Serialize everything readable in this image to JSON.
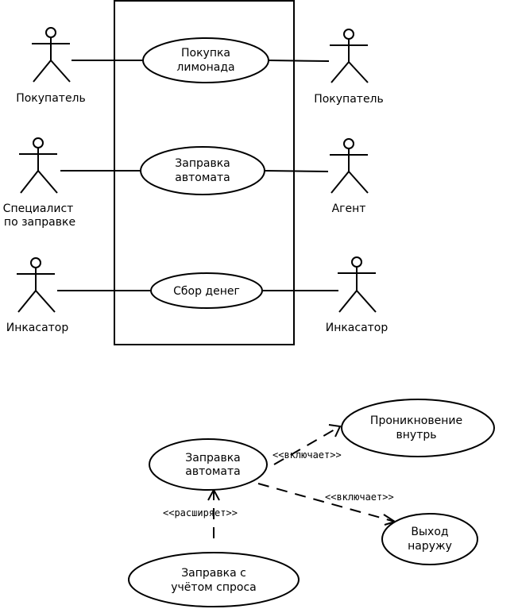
{
  "actors": {
    "buyer_left": "Покупатель",
    "refiller": [
      "Специалист",
      "по заправке"
    ],
    "collector_left": "Инкасатор",
    "buyer_right": "Покупатель",
    "agent": "Агент",
    "collector_right": "Инкасатор"
  },
  "use_cases": {
    "buy": [
      "Покупка",
      "лимонада"
    ],
    "refill": [
      "Заправка",
      "автомата"
    ],
    "collect": "Сбор денег"
  },
  "detail": {
    "refill": [
      "Заправка",
      "автомата"
    ],
    "enter": [
      "Проникновение",
      "внутрь"
    ],
    "exit": [
      "Выход",
      "наружу"
    ],
    "demand": [
      "Заправка с",
      "учётом спроса"
    ],
    "include_label_1": "<<включает>>",
    "include_label_2": "<<включает>>",
    "extend_label": "<<расширяет>>"
  }
}
